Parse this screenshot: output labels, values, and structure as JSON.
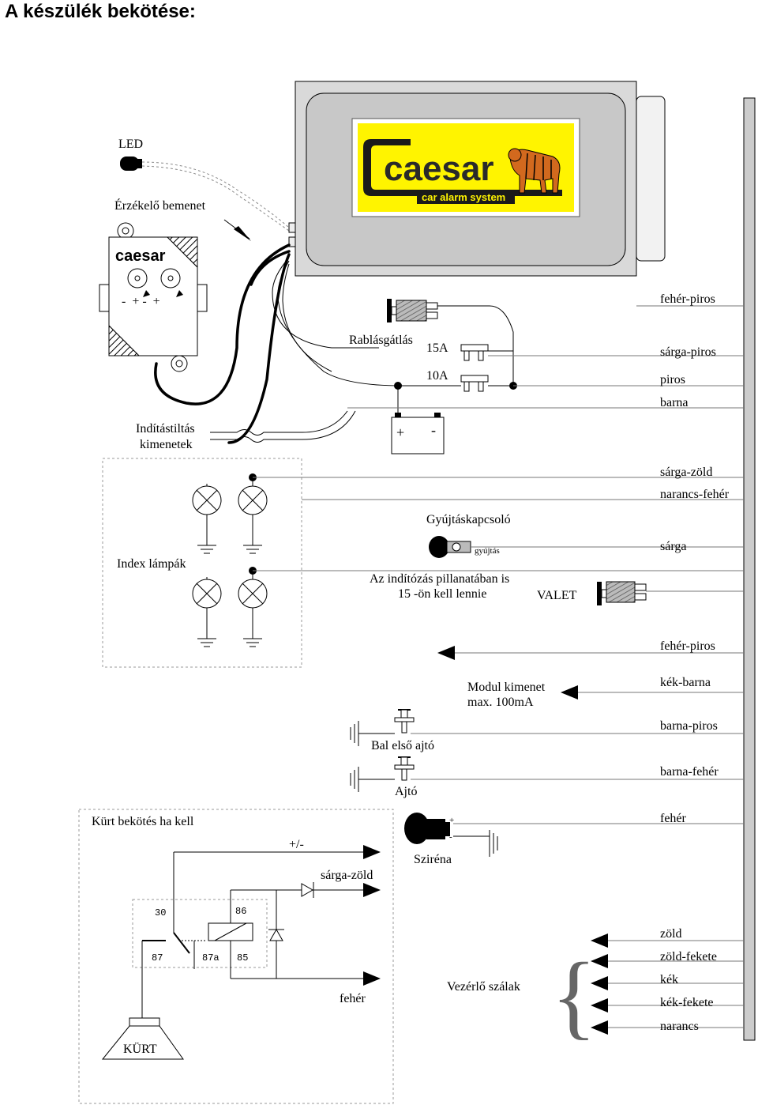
{
  "title": "A készülék bekötése:",
  "logo": {
    "brand": "caesar",
    "tagline": "car alarm system"
  },
  "sensor_module": {
    "brand": "caesar",
    "polarity": "-  + -  +"
  },
  "left_labels": {
    "led": "LED",
    "sensor_input": "Érzékelő bemenet",
    "immobilizer_out_1": "Indítástiltás",
    "immobilizer_out_2": "kimenetek",
    "index_lamps": "Index lámpák"
  },
  "power": {
    "antitheft": "Rablásgátlás",
    "fuse_15": "15A",
    "fuse_10": "10A",
    "battery_plus": "+",
    "battery_minus": "-"
  },
  "ignition": {
    "label": "Gyújtáskapcsoló",
    "key_text": "gyújtás",
    "note_1": "Az indítózás pillanatában is",
    "note_2": "15 -ön kell lennie"
  },
  "valet": "VALET",
  "module_output": {
    "line1": "Modul kimenet",
    "line2": "max. 100mA"
  },
  "doors": {
    "front_left": "Bal első ajtó",
    "door": "Ajtó"
  },
  "siren": {
    "label": "Sziréna",
    "plus": "+",
    "minus": "-"
  },
  "horn": {
    "title": "Kürt bekötés ha kell",
    "polarity": "+/-",
    "yellow_green": "sárga-zöld",
    "white": "fehér",
    "horn_label": "KÜRT",
    "pins": {
      "p30": "30",
      "p86": "86",
      "p87": "87",
      "p87a": "87a",
      "p85": "85"
    }
  },
  "control_wires_label": "Vezérlő szálak",
  "wires": [
    "fehér-piros",
    "sárga-piros",
    "piros",
    "barna",
    "sárga-zöld",
    "narancs-fehér",
    "sárga",
    "fehér-piros",
    "kék-barna",
    "barna-piros",
    "barna-fehér",
    "fehér",
    "zöld",
    "zöld-fekete",
    "kék",
    "kék-fekete",
    "narancs"
  ],
  "colors": {
    "logo_yellow": "#fff400",
    "unit_gray": "#d9d9d9",
    "harness": "#cccccc"
  }
}
